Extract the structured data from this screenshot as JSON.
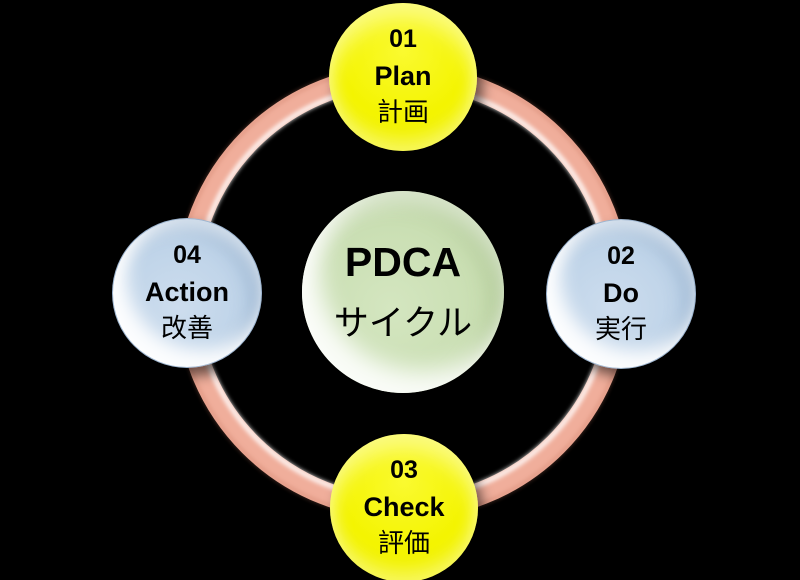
{
  "diagram": {
    "type": "cycle",
    "background_color": "#000000",
    "center": {
      "title": "PDCA",
      "subtitle": "サイクル",
      "fill_color": "#c9deb2",
      "text_color": "#000000"
    },
    "ring": {
      "color": "#f0ae9b",
      "highlight_color": "#ffffff"
    },
    "nodes": [
      {
        "id": "plan",
        "number": "01",
        "label": "Plan",
        "label_ja": "計画",
        "position": "top",
        "fill_color": "#f4f400",
        "text_color": "#000000"
      },
      {
        "id": "do",
        "number": "02",
        "label": "Do",
        "label_ja": "実行",
        "position": "right",
        "fill_color": "#bed3e8",
        "text_color": "#000000"
      },
      {
        "id": "check",
        "number": "03",
        "label": "Check",
        "label_ja": "評価",
        "position": "bottom",
        "fill_color": "#f4f400",
        "text_color": "#000000"
      },
      {
        "id": "action",
        "number": "04",
        "label": "Action",
        "label_ja": "改善",
        "position": "left",
        "fill_color": "#bed3e8",
        "text_color": "#000000"
      }
    ]
  }
}
